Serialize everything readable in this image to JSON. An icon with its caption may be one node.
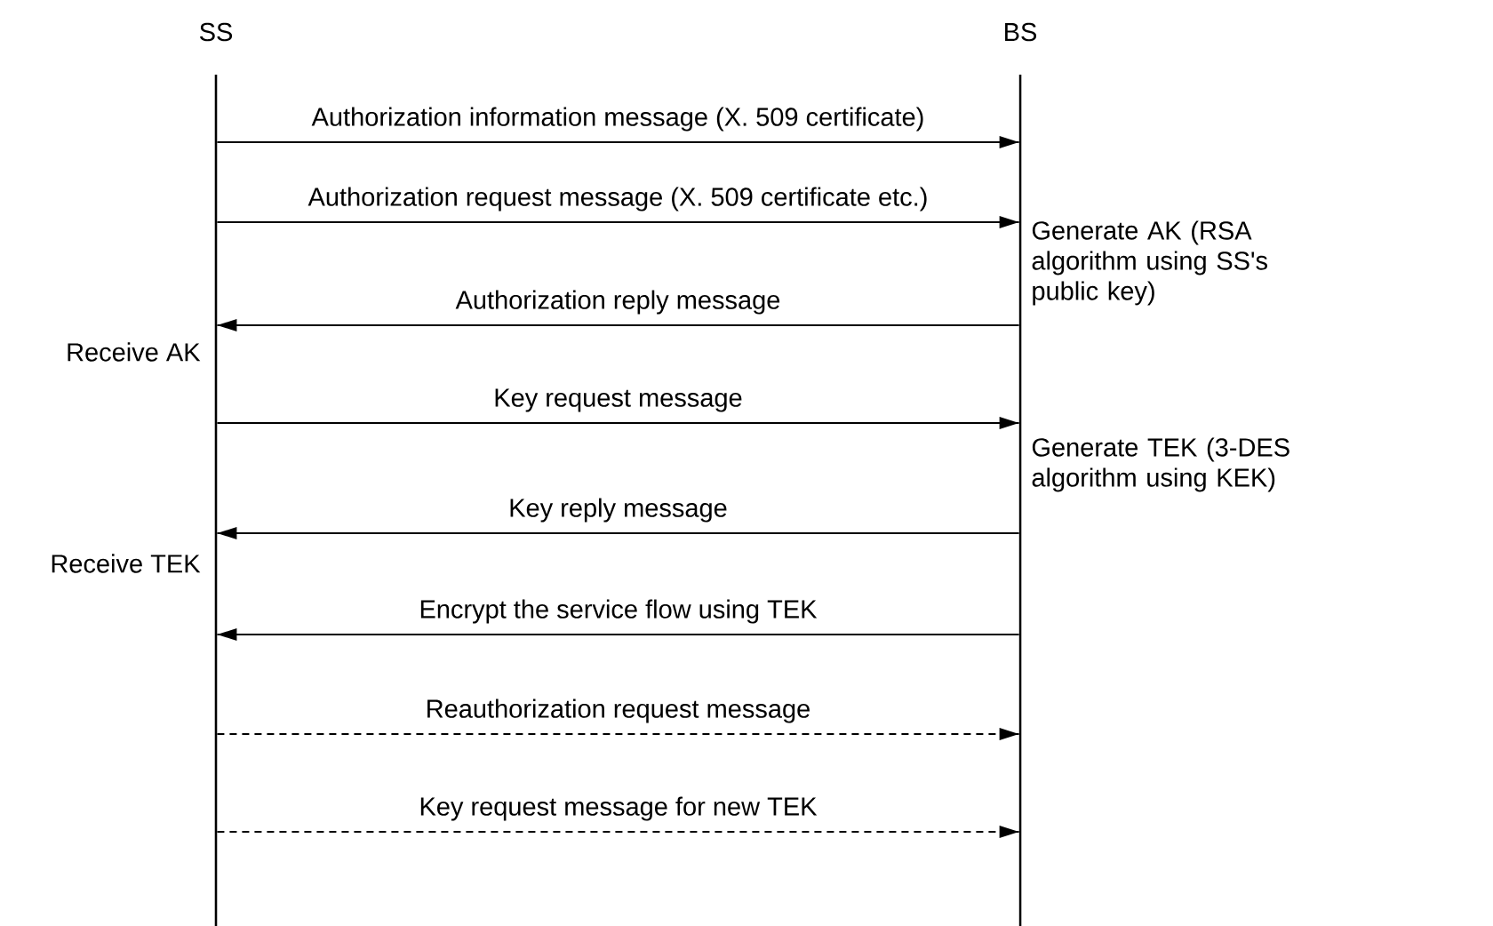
{
  "diagram": {
    "nodes": [
      {
        "text": [
          "SS"
        ]
      },
      {
        "text": [
          "BS"
        ]
      }
    ],
    "edges": [
      {
        "from": 0,
        "to": 1,
        "arrow": "to",
        "label": "Authorization information message (X. 509 certificate)"
      },
      {
        "from": 0,
        "to": 1,
        "arrow": "to",
        "label": "Authorization request message (X. 509 certificate etc.)"
      },
      {
        "from": 1,
        "to": 0,
        "arrow": "to",
        "label": "Authorization reply message"
      },
      {
        "from": 0,
        "to": 1,
        "arrow": "to",
        "label": "Key request message"
      },
      {
        "from": 1,
        "to": 0,
        "arrow": "to",
        "label": "Key reply message"
      },
      {
        "from": 1,
        "to": 0,
        "arrow": "to",
        "label": "Encrypt the service flow using TEK"
      },
      {
        "from": 0,
        "to": 1,
        "arrow": "to",
        "label": "Reauthorization request message",
        "style": "dashed"
      },
      {
        "from": 0,
        "to": 1,
        "arrow": "to",
        "label": "Key request message for new TEK",
        "style": "dashed"
      }
    ],
    "labels": [
      "Generate AK (RSA algorithm using SS's public key)",
      "Receive AK",
      "Generate TEK (3-DES algorithm using KEK)",
      "Receive TEK"
    ]
  }
}
